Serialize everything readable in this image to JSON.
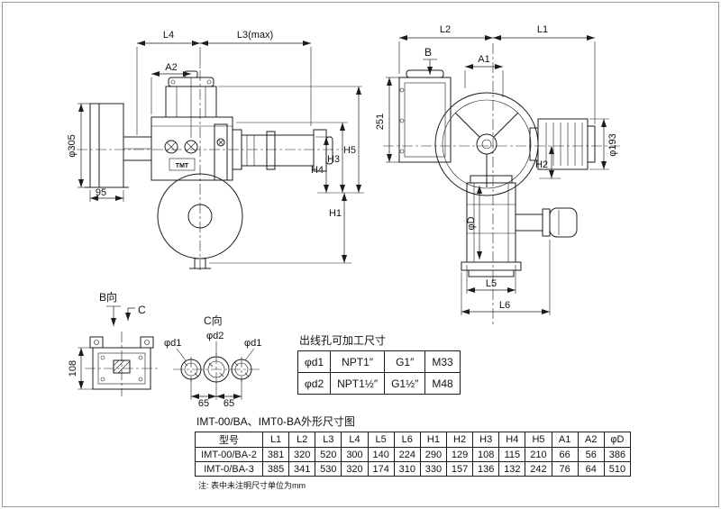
{
  "sheet": {
    "title": "IMT-00/BA、IMT0-BA外形尺寸图",
    "note": "注: 表中未注明尺寸单位为mm"
  },
  "left_view": {
    "brand": "TMT",
    "dims": {
      "l4": "L4",
      "l3": "L3(max)",
      "a2": "A2",
      "phi305": "φ305",
      "n95": "95",
      "h5": "H5",
      "h4": "H4",
      "h3": "H3",
      "h1": "H1"
    }
  },
  "right_view": {
    "dims": {
      "l2": "L2",
      "l1": "L1",
      "b": "B",
      "a1": "A1",
      "n251": "251",
      "phi193": "φ193",
      "h2": "H2",
      "phiD": "φD",
      "l5": "L5",
      "l6": "L6"
    }
  },
  "b_view": {
    "label": "B向",
    "c_label": "C",
    "n108": "108"
  },
  "c_view": {
    "label": "C向",
    "d1_left": "φd1",
    "d2": "φd2",
    "d1_right": "φd1",
    "n65_left": "65",
    "n65_right": "65"
  },
  "outlet_table": {
    "title": "出线孔可加工尺寸",
    "rows": [
      [
        "φd1",
        "NPT1″",
        "G1″",
        "M33"
      ],
      [
        "φd2",
        "NPT1½″",
        "G1½″",
        "M48"
      ]
    ]
  },
  "dim_table": {
    "headers": [
      "型号",
      "L1",
      "L2",
      "L3",
      "L4",
      "L5",
      "L6",
      "H1",
      "H2",
      "H3",
      "H4",
      "H5",
      "A1",
      "A2",
      "φD"
    ],
    "rows": [
      [
        "IMT-00/BA-2",
        "381",
        "320",
        "520",
        "300",
        "140",
        "224",
        "290",
        "129",
        "108",
        "115",
        "210",
        "66",
        "56",
        "386"
      ],
      [
        "IMT-0/BA-3",
        "385",
        "341",
        "530",
        "320",
        "174",
        "310",
        "330",
        "157",
        "136",
        "132",
        "242",
        "76",
        "64",
        "510"
      ]
    ]
  }
}
